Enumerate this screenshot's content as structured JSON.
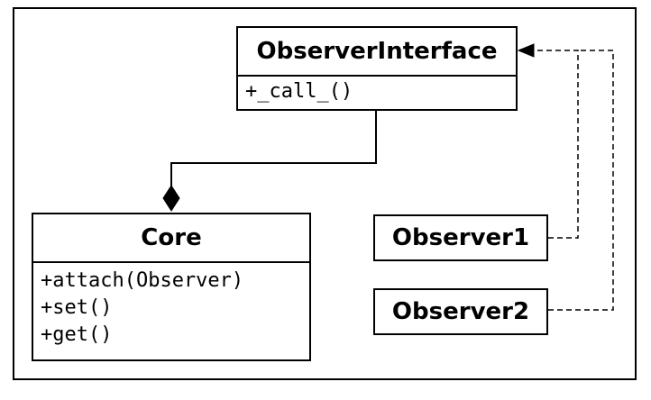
{
  "diagram": {
    "classes": {
      "observer_interface": {
        "name": "ObserverInterface",
        "methods": [
          "+_call_()"
        ]
      },
      "core": {
        "name": "Core",
        "methods": [
          "+attach(Observer)",
          "+set()",
          "+get()"
        ]
      },
      "observer1": {
        "name": "Observer1"
      },
      "observer2": {
        "name": "Observer2"
      }
    },
    "relationships": [
      {
        "from": "Core",
        "to": "ObserverInterface",
        "kind": "composition"
      },
      {
        "from": "Observer1",
        "to": "ObserverInterface",
        "kind": "realization"
      },
      {
        "from": "Observer2",
        "to": "ObserverInterface",
        "kind": "realization"
      }
    ],
    "colors": {
      "line": "#000000",
      "background": "#ffffff"
    }
  }
}
